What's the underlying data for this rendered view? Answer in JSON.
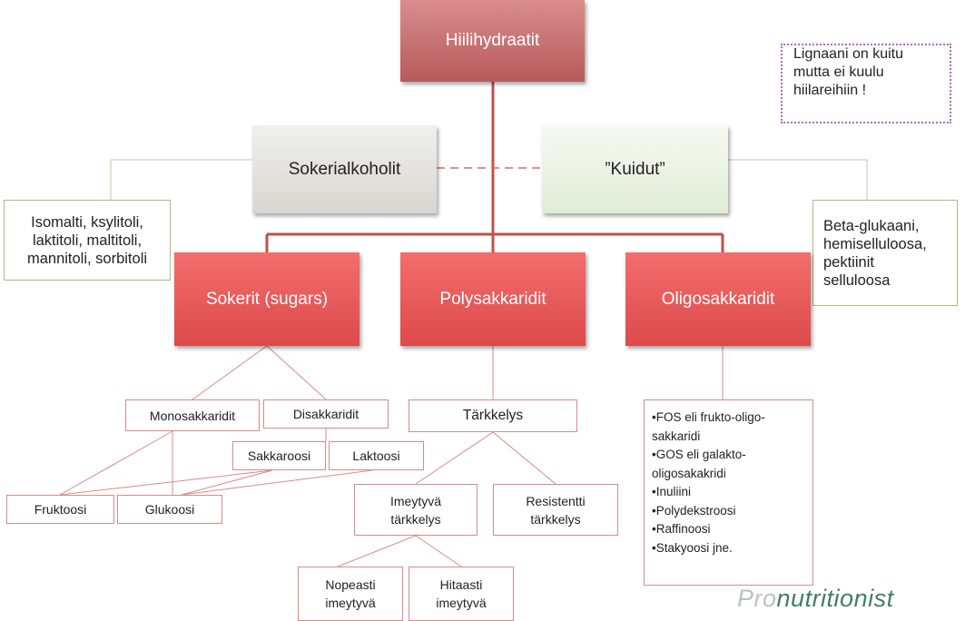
{
  "title": "Hiilihydraatit",
  "categories": {
    "sokerialkoholit": "Sokerialkoholit",
    "kuidut": "”Kuidut”",
    "sokerit": "Sokerit (sugars)",
    "polysakkaridit": "Polysakkaridit",
    "oligosakkaridit": "Oligosakkaridit"
  },
  "notes": {
    "lignaani": [
      "Lignaani on kuitu",
      "mutta ei kuulu",
      "hiilareihiin !"
    ],
    "sokerialkoholit_examples": [
      "Isomalti, ksylitoli,",
      "laktitoli, maltitoli,",
      "mannitoli, sorbitoli"
    ],
    "kuidut_examples": [
      "Beta-glukaani,",
      "hemiselluloosa,",
      "pektiinit",
      "selluloosa"
    ]
  },
  "sugars": {
    "monosakkaridit": "Monosakkaridit",
    "disakkaridit": "Disakkaridit",
    "sakkaroosi": "Sakkaroosi",
    "laktoosi": "Laktoosi",
    "fruktoosi": "Fruktoosi",
    "glukoosi": "Glukoosi"
  },
  "starch": {
    "tarkkelys": "Tärkkelys",
    "imeytyva": [
      "Imeytyvä",
      "tärkkelys"
    ],
    "resistentti": [
      "Resistentti",
      "tärkkelys"
    ],
    "nopeasti": [
      "Nopeasti",
      "imeytyvä"
    ],
    "hitaasti": [
      "Hitaasti",
      "imeytyvä"
    ]
  },
  "oligo_list": [
    "•FOS eli frukto-oligo-",
    "sakkaridi",
    "•GOS eli galakto-",
    "oligosakakridi",
    "•Inuliini",
    "•Polydekstroosi",
    "•Raffinoosi",
    "•Stakyoosi jne."
  ],
  "logo": {
    "part1": "Pro",
    "part2": "nutritionist"
  },
  "colors": {
    "main_red": "#e85757",
    "title_red": "#c46b6b",
    "connector_red": "#c0504d",
    "thin_line": "#d98a8a",
    "grey_box": "#dcdbd6",
    "green_box": "#e6efdc",
    "note_border": "#b7b38a",
    "dotted_border": "#a76fbf",
    "logo_green": "#3f7f66"
  }
}
